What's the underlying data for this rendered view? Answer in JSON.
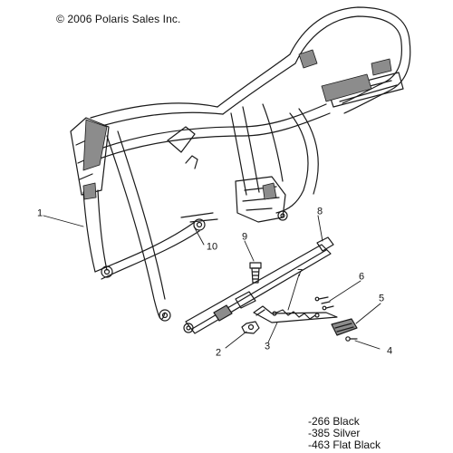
{
  "copyright": "© 2006 Polaris Sales Inc.",
  "colors": {
    "line": "#1a1a1a",
    "shade": "#8c8c8c",
    "background": "#ffffff"
  },
  "callouts": [
    "1",
    "2",
    "3",
    "4",
    "5",
    "6",
    "7",
    "8",
    "9",
    "10"
  ],
  "variants": [
    "-266 Black",
    "-385 Silver",
    "-463 Flat Black"
  ]
}
